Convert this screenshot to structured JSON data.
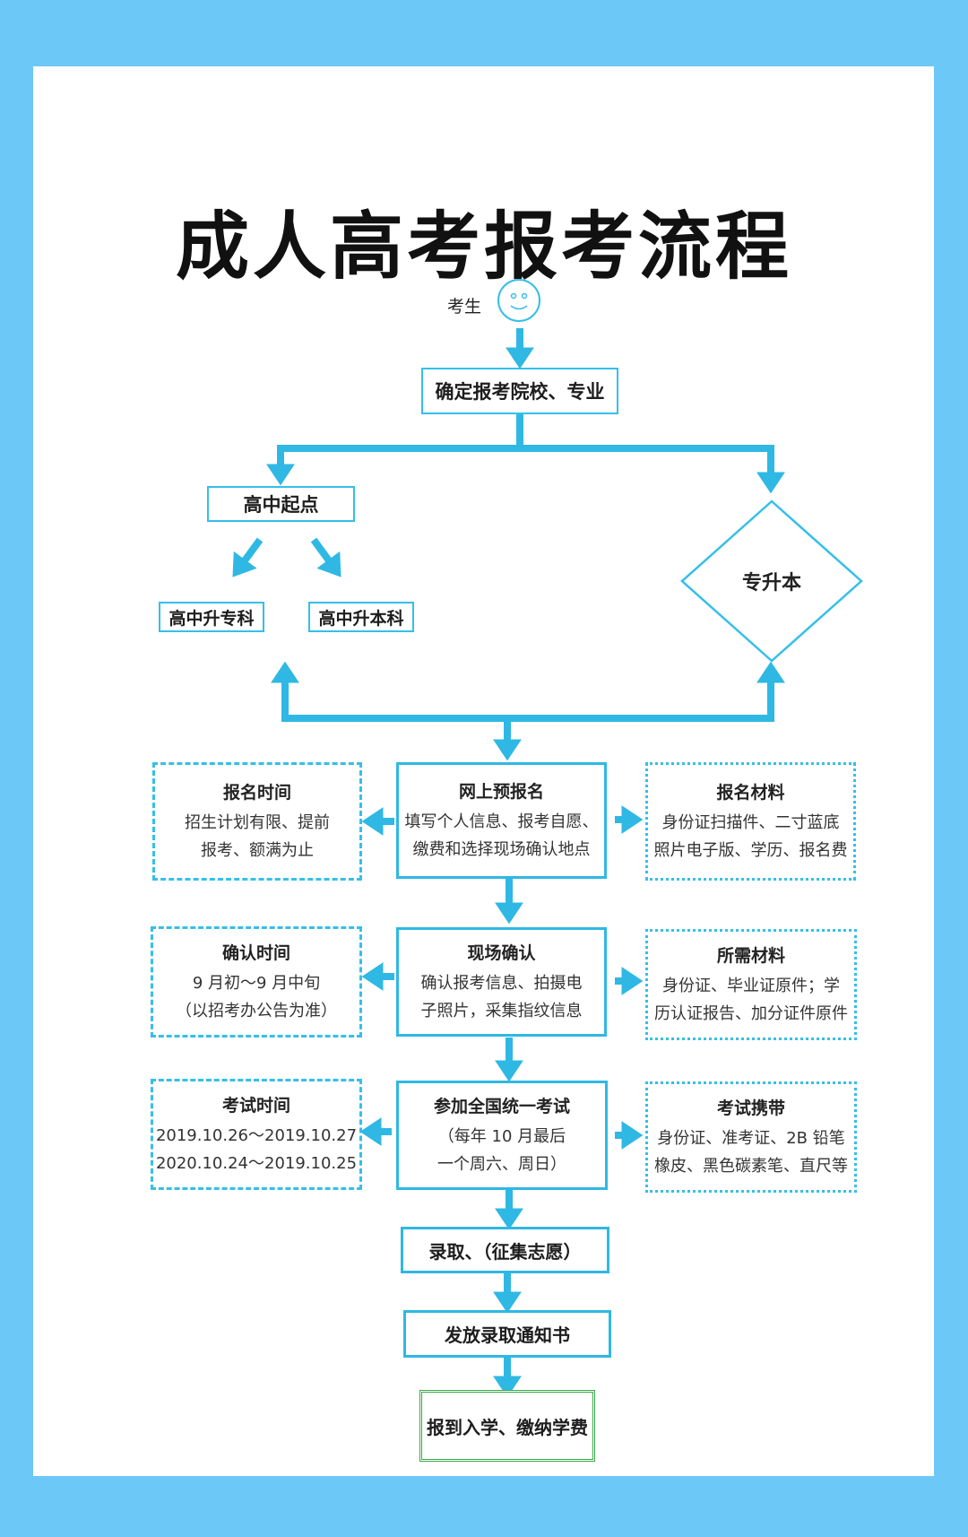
{
  "title": "成人高考报考流程",
  "candidate": "考生",
  "step_choose": "确定报考院校、专业",
  "start_highschool": "高中起点",
  "hs_to_junior": "高中升专科",
  "hs_to_bachelor": "高中升本科",
  "zsb": "专升本",
  "online": {
    "title": "网上预报名",
    "lines": [
      "填写个人信息、报考自愿、",
      "缴费和选择现场确认地点"
    ]
  },
  "reg_time": {
    "title": "报名时间",
    "lines": [
      "招生计划有限、提前",
      "报考、额满为止"
    ]
  },
  "reg_materials": {
    "title": "报名材料",
    "lines": [
      "身份证扫描件、二寸蓝底",
      "照片电子版、学历、报名费"
    ]
  },
  "confirm": {
    "title": "现场确认",
    "lines": [
      "确认报考信息、拍摄电",
      "子照片，采集指纹信息"
    ]
  },
  "confirm_time": {
    "title": "确认时间",
    "lines": [
      "9 月初～9 月中旬",
      "（以招考办公告为准）"
    ]
  },
  "confirm_materials": {
    "title": "所需材料",
    "lines": [
      "身份证、毕业证原件；学",
      "历认证报告、加分证件原件"
    ]
  },
  "exam": {
    "title": "参加全国统一考试",
    "lines": [
      "（每年 10 月最后",
      "一个周六、周日）"
    ]
  },
  "exam_time": {
    "title": "考试时间",
    "lines": [
      "2019.10.26～2019.10.27",
      "2020.10.24～2019.10.25"
    ]
  },
  "exam_carry": {
    "title": "考试携带",
    "lines": [
      "身份证、准考证、2B 铅笔",
      "橡皮、黑色碳素笔、直尺等"
    ]
  },
  "admission": "录取、（征集志愿）",
  "notice": "发放录取通知书",
  "enroll": "报到入学、缴纳学费",
  "colors": {
    "background": "#6cc8f7",
    "accent": "#2fb8e4",
    "green": "#3aa84a"
  }
}
